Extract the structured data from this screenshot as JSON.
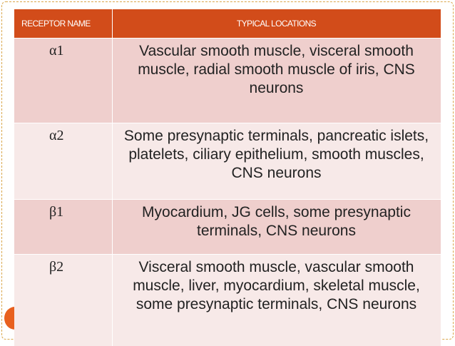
{
  "table": {
    "headers": {
      "receptor_name": "RECEPTOR NAME",
      "typical_locations": "TYPICAL LOCATIONS"
    },
    "rows": [
      {
        "receptor": "α1",
        "locations": "Vascular smooth muscle, visceral smooth muscle, radial smooth muscle of iris, CNS neurons"
      },
      {
        "receptor": "α2",
        "locations": "Some presynaptic terminals, pancreatic islets, platelets, ciliary epithelium, smooth muscles, CNS neurons"
      },
      {
        "receptor": "β1",
        "locations": "Myocardium, JG cells, some presynaptic terminals, CNS neurons"
      },
      {
        "receptor": "β2",
        "locations": "Visceral smooth muscle, vascular smooth muscle, liver, myocardium, skeletal muscle, some presynaptic terminals, CNS neurons"
      }
    ]
  },
  "colors": {
    "header_bg": "#d24c1a",
    "row_odd_bg": "#efcfcd",
    "row_even_bg": "#f7e9e8",
    "accent": "#e8601e"
  }
}
